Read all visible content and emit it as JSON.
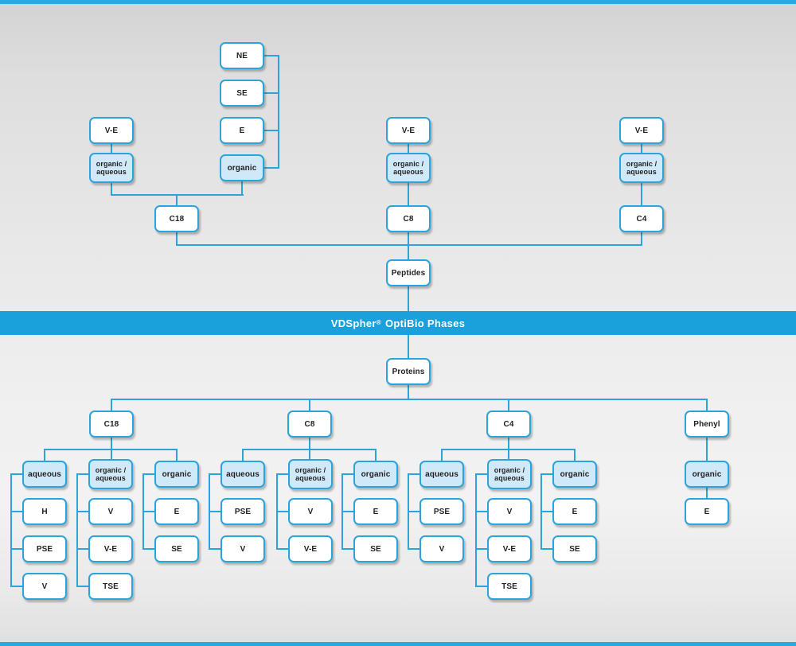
{
  "colors": {
    "accent_blue": "#1aa0da",
    "line_blue": "#2ba4dc",
    "mode_fill": "#cfe9f8",
    "node_fill": "#ffffff",
    "edge_bar": "#29a9e1"
  },
  "banner": {
    "brand": "VDSpher",
    "reg": "®",
    "rest": "OptiBio Phases",
    "full_title": "VDSpher® OptiBio Phases"
  },
  "peptides_section": {
    "root": "Peptides",
    "columns": [
      {
        "column": "C18",
        "modes": [
          {
            "label": "organic /\naqueous",
            "phases": [
              "V-E"
            ]
          },
          {
            "label": "organic",
            "phases": [
              "NE",
              "SE",
              "E"
            ]
          }
        ]
      },
      {
        "column": "C8",
        "modes": [
          {
            "label": "organic /\naqueous",
            "phases": [
              "V-E"
            ]
          }
        ]
      },
      {
        "column": "C4",
        "modes": [
          {
            "label": "organic /\naqueous",
            "phases": [
              "V-E"
            ]
          }
        ]
      }
    ]
  },
  "proteins_section": {
    "root": "Proteins",
    "columns": [
      {
        "column": "C18",
        "modes": [
          {
            "label": "aqueous",
            "phases": [
              "H",
              "PSE",
              "V"
            ]
          },
          {
            "label": "organic /\naqueous",
            "phases": [
              "V",
              "V-E",
              "TSE"
            ]
          },
          {
            "label": "organic",
            "phases": [
              "E",
              "SE"
            ]
          }
        ]
      },
      {
        "column": "C8",
        "modes": [
          {
            "label": "aqueous",
            "phases": [
              "PSE",
              "V"
            ]
          },
          {
            "label": "organic /\naqueous",
            "phases": [
              "V",
              "V-E"
            ]
          },
          {
            "label": "organic",
            "phases": [
              "E",
              "SE"
            ]
          }
        ]
      },
      {
        "column": "C4",
        "modes": [
          {
            "label": "aqueous",
            "phases": [
              "PSE",
              "V"
            ]
          },
          {
            "label": "organic /\naqueous",
            "phases": [
              "V",
              "V-E",
              "TSE"
            ]
          },
          {
            "label": "organic",
            "phases": [
              "E",
              "SE"
            ]
          }
        ]
      },
      {
        "column": "Phenyl",
        "modes": [
          {
            "label": "organic",
            "phases": [
              "E"
            ]
          }
        ]
      }
    ]
  }
}
